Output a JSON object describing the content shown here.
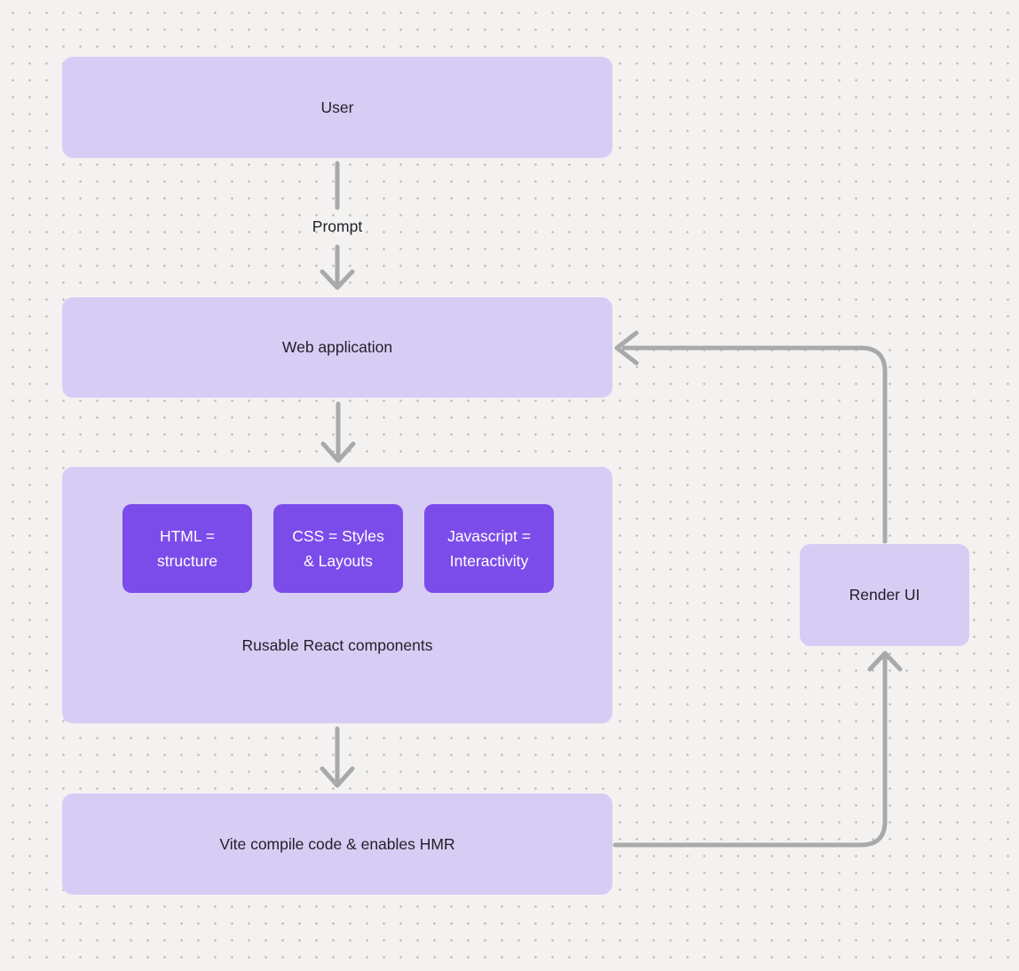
{
  "diagram": {
    "nodes": {
      "user": {
        "label": "User"
      },
      "web_application": {
        "label": "Web application"
      },
      "components_group": {
        "label": "Rusable React components",
        "children": [
          {
            "id": "html",
            "label": "HTML = structure"
          },
          {
            "id": "css",
            "label": "CSS = Styles & Layouts"
          },
          {
            "id": "javascript",
            "label": "Javascript = Interactivity"
          }
        ]
      },
      "vite": {
        "label": "Vite compile code & enables HMR"
      },
      "render_ui": {
        "label": "Render UI"
      }
    },
    "edges": {
      "prompt": {
        "label": "Prompt"
      }
    },
    "colors": {
      "background": "#f3f2f1",
      "dot_grid": "#c4c2c0",
      "node_fill": "#d7cdf4",
      "node_text": "#211f28",
      "child_node_fill": "#7c4cea",
      "child_node_text": "#ffffff",
      "connector": "#a9a9a9"
    }
  }
}
